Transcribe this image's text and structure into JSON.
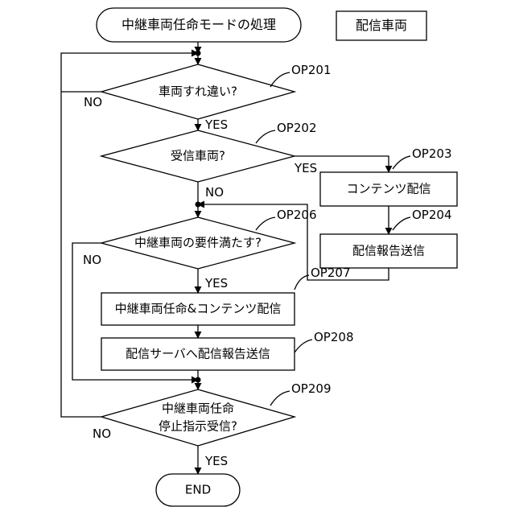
{
  "start": {
    "label": "中継車両任命モードの処理"
  },
  "role_box": {
    "label": "配信車両"
  },
  "steps": {
    "op201": {
      "code": "OP201",
      "label": "車両すれ違い?",
      "yes": "YES",
      "no": "NO"
    },
    "op202": {
      "code": "OP202",
      "label": "受信車両?",
      "yes": "YES",
      "no": "NO"
    },
    "op203": {
      "code": "OP203",
      "label": "コンテンツ配信"
    },
    "op204": {
      "code": "OP204",
      "label": "配信報告送信"
    },
    "op206": {
      "code": "OP206",
      "label": "中継車両の要件満たす?",
      "yes": "YES",
      "no": "NO"
    },
    "op207": {
      "code": "OP207",
      "label": "中継車両任命&コンテンツ配信"
    },
    "op208": {
      "code": "OP208",
      "label": "配信サーバへ配信報告送信"
    },
    "op209": {
      "code": "OP209",
      "label_line1": "中継車両任命",
      "label_line2": "停止指示受信?",
      "yes": "YES",
      "no": "NO"
    }
  },
  "end": {
    "label": "END"
  }
}
